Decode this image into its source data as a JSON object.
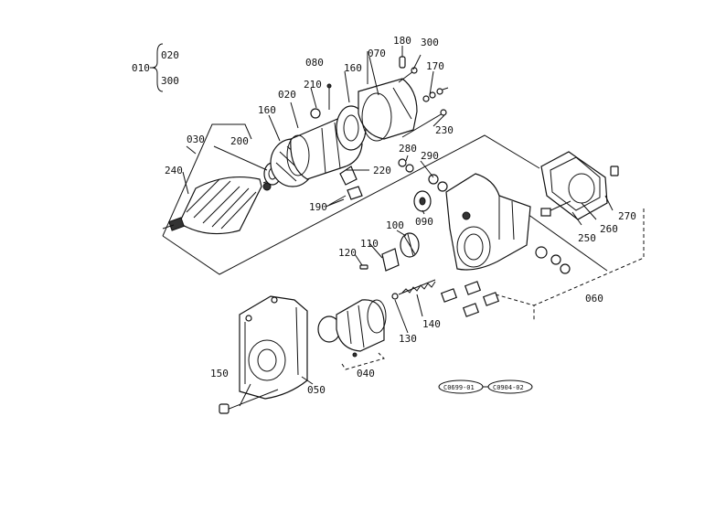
{
  "diagram": {
    "callouts": [
      {
        "id": "c010",
        "text": "010"
      },
      {
        "id": "c010a",
        "text": "020"
      },
      {
        "id": "c010b",
        "text": "300"
      },
      {
        "id": "c020",
        "text": "020"
      },
      {
        "id": "c030",
        "text": "030"
      },
      {
        "id": "c040",
        "text": "040"
      },
      {
        "id": "c050",
        "text": "050"
      },
      {
        "id": "c060",
        "text": "060"
      },
      {
        "id": "c070",
        "text": "070"
      },
      {
        "id": "c080",
        "text": "080"
      },
      {
        "id": "c090",
        "text": "090"
      },
      {
        "id": "c100",
        "text": "100"
      },
      {
        "id": "c110",
        "text": "110"
      },
      {
        "id": "c120",
        "text": "120"
      },
      {
        "id": "c130",
        "text": "130"
      },
      {
        "id": "c140",
        "text": "140"
      },
      {
        "id": "c150",
        "text": "150"
      },
      {
        "id": "c160a",
        "text": "160"
      },
      {
        "id": "c160b",
        "text": "160"
      },
      {
        "id": "c170",
        "text": "170"
      },
      {
        "id": "c180",
        "text": "180"
      },
      {
        "id": "c190",
        "text": "190"
      },
      {
        "id": "c200",
        "text": "200"
      },
      {
        "id": "c210",
        "text": "210"
      },
      {
        "id": "c220",
        "text": "220"
      },
      {
        "id": "c230",
        "text": "230"
      },
      {
        "id": "c240",
        "text": "240"
      },
      {
        "id": "c250",
        "text": "250"
      },
      {
        "id": "c260",
        "text": "260"
      },
      {
        "id": "c270",
        "text": "270"
      },
      {
        "id": "c280",
        "text": "280"
      },
      {
        "id": "c290",
        "text": "290"
      },
      {
        "id": "c300",
        "text": "300"
      }
    ],
    "reference_tags": [
      {
        "id": "ref1",
        "text": "C0699-01"
      },
      {
        "id": "ref2",
        "text": "C0904-02"
      }
    ]
  }
}
